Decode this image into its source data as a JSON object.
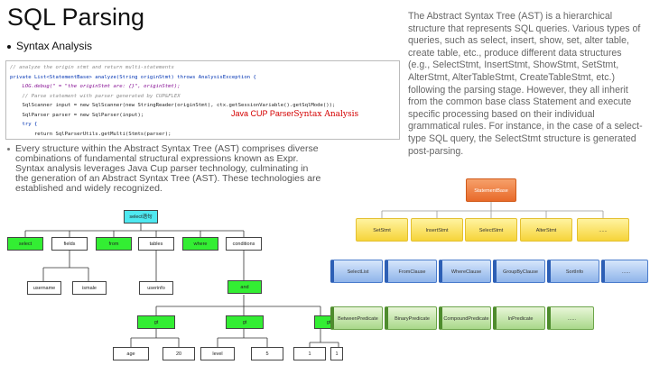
{
  "title": "SQL Parsing",
  "bullet_heading": "Syntax Analysis",
  "code_lines": [
    "// analyze the origin stmt and return multi-statements",
    "private List<StatementBase> analyze(String originStmt) throws AnalysisException {",
    "    LOG.debug(\" = \"the originStmt are: {}\", originStmt);",
    "    // Parse statement with parser generated by CUP&FLEX",
    "    SqlScanner input = new SqlScanner(new StringReader(originStmt), ctx.getSessionVariable().getSqlMode());",
    "    SqlParser parser = new SqlParser(input);",
    "    try {",
    "        return SqlParserUtils.getMulti(Stmts(parser);"
  ],
  "code_annotation_1": "Java CUP Parser",
  "code_annotation_2": "Syntax Analysis",
  "bullet_text": "Every structure within the Abstract Syntax Tree (AST) comprises diverse combinations of fundamental structural expressions known as Expr. Syntax analysis leverages Java Cup parser technology, culminating in the generation of an Abstract Syntax Tree (AST). These technologies are established and widely recognized.",
  "right_text": "The Abstract Syntax Tree (AST) is a hierarchical structure that represents SQL queries. Various types of queries, such as select, insert, show, set, alter table, create table, etc., produce different data structures (e.g., SelectStmt, InsertStmt, ShowStmt, SetStmt, AlterStmt, AlterTableStmt, CreateTableStmt, etc.) following the parsing stage. However, they all inherit from the common base class Statement and execute specific processing based on their individual grammatical rules. For instance, in the case of a select-type SQL query, the SelectStmt structure is generated post-parsing.",
  "ast_tree": {
    "root": "select语句",
    "level1": [
      "select",
      "fields",
      "from",
      "tables",
      "where",
      "conditions"
    ],
    "fields_children": [
      "username",
      "ismale"
    ],
    "tables_children": [
      "userinfo"
    ],
    "conditions_child": "and",
    "and_children": [
      "gt",
      "gt",
      "gt"
    ],
    "leaves": [
      "age",
      "20",
      "level",
      "5",
      "1",
      "1"
    ]
  },
  "class_tree": {
    "root": "StatementBase",
    "level1": [
      "SetStmt",
      "InsertStmt",
      "SelectStmt",
      "AlterStmt",
      "......"
    ],
    "level2": [
      "SelectList",
      "FromClause",
      "WhereClause",
      "GroupByClause",
      "SortInfo",
      "......"
    ],
    "level3": [
      "BetweenPredicate",
      "BinaryPredicate",
      "CompoundPredicate",
      "InPredicate",
      "......"
    ]
  },
  "colors": {
    "green": "#33ee33",
    "cyan": "#4ee8f0",
    "orange": "#e86a2a",
    "yellow": "#f6d43a",
    "blue": "#8fb4ea",
    "lightgreen": "#a9d88a"
  }
}
